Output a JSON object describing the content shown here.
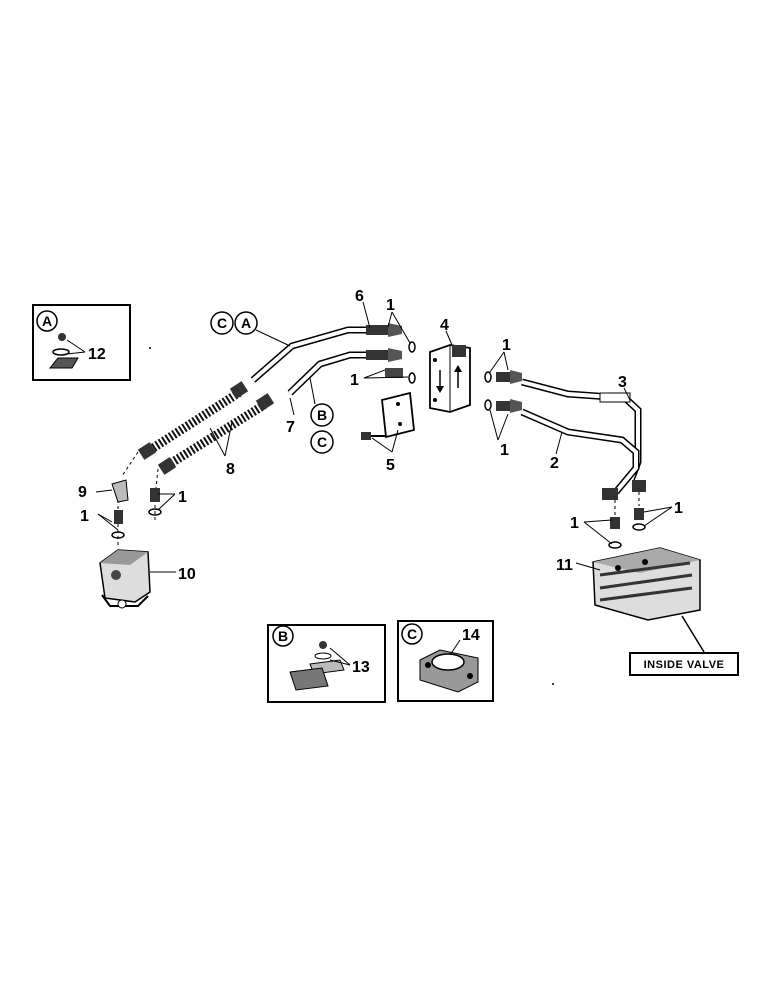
{
  "callouts": {
    "c1": "1",
    "c2": "2",
    "c3": "3",
    "c4": "4",
    "c5": "5",
    "c6": "6",
    "c7": "7",
    "c8": "8",
    "c9": "9",
    "c10": "10",
    "c11": "11",
    "c12": "12",
    "c13": "13",
    "c14": "14"
  },
  "circle_letters": {
    "a": "A",
    "b": "B",
    "c": "C"
  },
  "inside_valve_label": "INSIDE VALVE",
  "colors": {
    "ink": "#000000",
    "paper": "#ffffff",
    "hose": "#222222"
  }
}
